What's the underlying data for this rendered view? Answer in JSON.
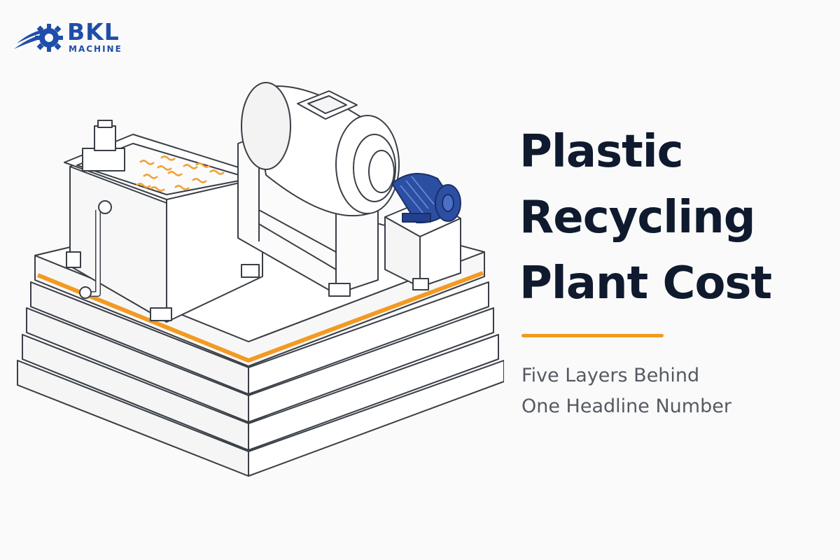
{
  "brand": {
    "name": "BKL",
    "tagline": "MACHINE",
    "logo_icon": "gear-swoosh-icon",
    "color": "#1f4ea8"
  },
  "headline": {
    "lines": [
      "Plastic",
      "Recycling",
      "Plant Cost"
    ],
    "color": "#0f1a2e"
  },
  "accent_color": "#f29a22",
  "subtitle": {
    "lines": [
      "Five Layers Behind",
      "One Headline Number"
    ],
    "color": "#555a62"
  },
  "illustration": {
    "subject": "washing-tank-and-dryer-machine-on-five-layer-platform",
    "layers": 5,
    "motor_color": "#2c4fa3",
    "flake_color": "#f0a23a"
  }
}
